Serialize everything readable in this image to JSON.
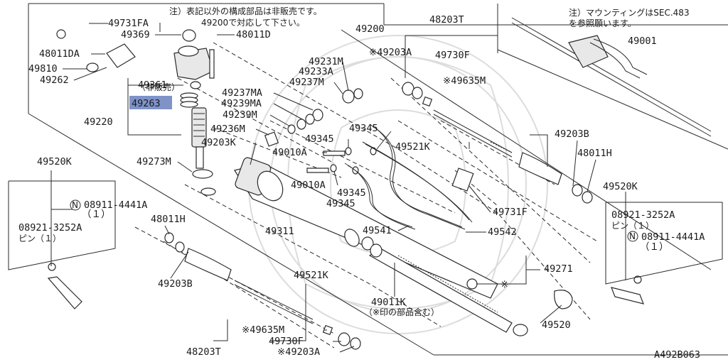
{
  "notes": {
    "top_left_line1": "注）表記以外の構成部品は非販売です。",
    "top_left_line2": "49200で対応して下さい。",
    "top_right_line1": "注）マウンティングはSEC.483",
    "top_right_line2": "を参照願います。",
    "non_sale": "（非販売）",
    "includes_marked": "（※印の部品含む）",
    "figure_code": "A492B063"
  },
  "labels": {
    "p49731FA": "49731FA",
    "p49369": "49369",
    "p49200_note": "49200",
    "p48011D_top": "48011D",
    "p48011DA": "48011DA",
    "p49810": "49810",
    "p49262": "49262",
    "p49361": "49361",
    "p49263": "49263",
    "p49220": "49220",
    "p49200": "49200",
    "p48203T_top": "48203T",
    "p49203A_top": "※49203A",
    "p49730F_top": "49730F",
    "p49635M_top": "※49635M",
    "p49001": "49001",
    "p49231M": "49231M",
    "p49233A": "49233A",
    "p49237MA": "49237MA",
    "p49237M": "49237M",
    "p49239MA": "49239MA",
    "p49239M": "49239M",
    "p49236M": "49236M",
    "p49203K": "49203K",
    "p49345_a": "49345",
    "p49345_b": "49345",
    "p49345_c": "49345",
    "p49345_d": "49345",
    "p49010A_a": "49010A",
    "p49010A_b": "49010A",
    "p49521K_top": "49521K",
    "p49203B_right": "49203B",
    "p48011H_right": "48011H",
    "p49273M": "49273M",
    "p49520K_left": "49520K",
    "p08911_left": "08911-4441A",
    "p08911_left_qty": "（１）",
    "p08921_left": "08921-3252A",
    "p08921_left_pin": "ピン（１）",
    "p48011H_left": "48011H",
    "p49311": "49311",
    "p49731F": "49731F",
    "p49541": "49541",
    "p49542": "49542",
    "p49520K_right": "49520K",
    "p08921_right": "08921-3252A",
    "p08921_right_pin": "ピン（１）",
    "p08911_right": "08911-4441A",
    "p08911_right_qty": "（１）",
    "p49271": "49271",
    "p49271_mark": "※",
    "p49203B_left": "49203B",
    "p49521K_bottom": "49521K",
    "p49011K": "49011K",
    "p49520": "49520",
    "p49635M_bottom": "※49635M",
    "p49730F_bottom": "49730F",
    "p49203A_bottom": "※49203A",
    "p48203T_bottom": "48203T"
  },
  "colors": {
    "highlight": "#7f93c9",
    "ink": "#1a1a1a"
  }
}
